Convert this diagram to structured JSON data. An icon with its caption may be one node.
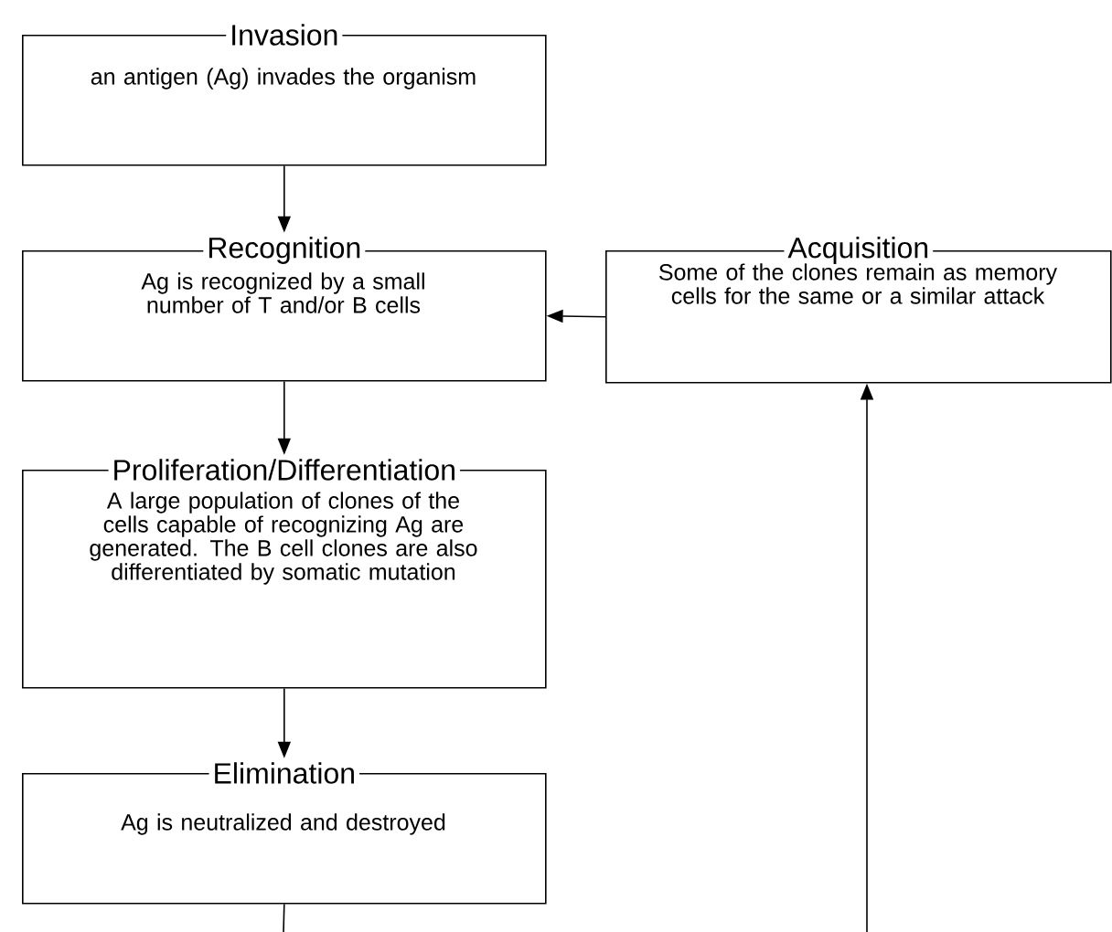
{
  "diagram": {
    "nodes": [
      {
        "text": [
          "Invasion",
          "an antigen (Ag) invades the organism"
        ]
      },
      {
        "text": [
          "Recognition",
          "Ag is recognized by a small number of T and/or B cells"
        ]
      },
      {
        "text": [
          "Proliferation/Differentiation",
          "A large population of clones of the cells capable of recognizing Ag are generated. The B cell clones are also differentiated by somatic mutation"
        ]
      },
      {
        "text": [
          "Elimination",
          "Ag is neutralized and destroyed"
        ]
      },
      {
        "text": [
          "Acquisition",
          "Some of the clones remain as memory cells for the same or a similar attack"
        ]
      }
    ],
    "edges": [
      {
        "from": 0,
        "to": 1,
        "arrow": "to"
      },
      {
        "from": 1,
        "to": 2,
        "arrow": "to"
      },
      {
        "from": 2,
        "to": 3,
        "arrow": "to"
      },
      {
        "from": 4,
        "to": 1,
        "arrow": "to"
      },
      {
        "from": 3,
        "to": null,
        "arrow": "none"
      },
      {
        "from": null,
        "to": 4,
        "arrow": "to"
      }
    ]
  }
}
